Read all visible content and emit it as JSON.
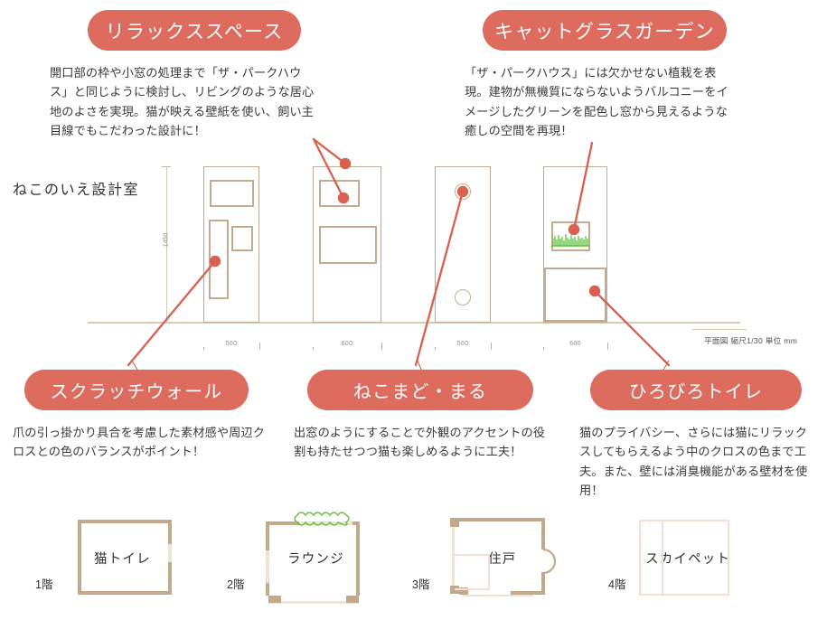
{
  "logo": {
    "text": "ねこのいえ設計室"
  },
  "callouts": [
    {
      "id": "relax-space",
      "pill": "リラックススペース",
      "body": "開口部の枠や小窓の処理まで「ザ・パークハウス」と同じように検討し、リビングのような居心地のよさを実現。猫が映える壁紙を使い、飼い主目線でもこだわった設計に！"
    },
    {
      "id": "cat-grass-garden",
      "pill": "キャットグラスガーデン",
      "body": "「ザ・パークハウス」には欠かせない植栽を表現。建物が無機質にならないようバルコニーをイメージしたグリーンを配色し窓から見えるような癒しの空間を再現！"
    },
    {
      "id": "scratch-wall",
      "pill": "スクラッチウォール",
      "body": "爪の引っ掛かり具合を考慮した素材感や周辺クロスとの色のバランスがポイント！"
    },
    {
      "id": "nekomado-maru",
      "pill": "ねこまど・まる",
      "body": "出窓のようにすることで外観のアクセントの役割も持たせつつ猫も楽しめるように工夫！"
    },
    {
      "id": "hirobiro-toilet",
      "pill": "ひろびろトイレ",
      "body": "猫のプライバシー、さらには猫にリラックスしてもらえるよう中のクロスの色まで工夫。また、壁には消臭機能がある壁材を使用！"
    }
  ],
  "elevation": {
    "vertical_dimension": "1450",
    "width_dimensions": [
      "500",
      "600",
      "500",
      "600"
    ],
    "scale_note": "平面図 縮尺1/30 単位 mm"
  },
  "floors": [
    {
      "level": "1階",
      "room": "猫トイレ"
    },
    {
      "level": "2階",
      "room": "ラウンジ"
    },
    {
      "level": "3階",
      "room": "住戸"
    },
    {
      "level": "4階",
      "room": "スカイペット"
    }
  ],
  "colors": {
    "pill_bg": "#dd6b5e",
    "pointer": "#dd6b5e",
    "wall": "#c3ab91",
    "greenery": "#5ec23a",
    "text": "#333333"
  }
}
